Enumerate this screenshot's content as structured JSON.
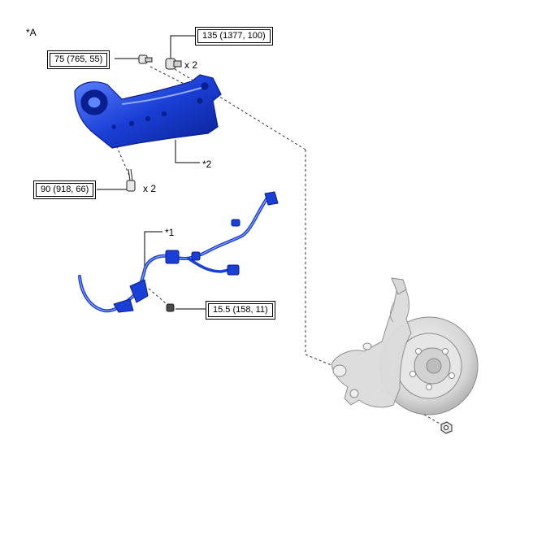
{
  "view_label": "*A",
  "callouts": {
    "part_1": "*1",
    "part_2": "*2"
  },
  "torques": {
    "bolt_top_left": "75 (765, 55)",
    "bolt_top_right": "135 (1377, 100)",
    "bolt_lower_arm": "90 (918, 66)",
    "sensor_bolt": "15.5 (158, 11)"
  },
  "quantities": {
    "top_bolts": "x 2",
    "lower_bolts": "x 2"
  },
  "colors": {
    "part_blue": "#1a3fd6",
    "part_blue_dark": "#0a1f8f",
    "part_blue_light": "#5f86ff",
    "knuckle_gray": "#c9c9c9",
    "knuckle_edge": "#8a8a8a"
  }
}
